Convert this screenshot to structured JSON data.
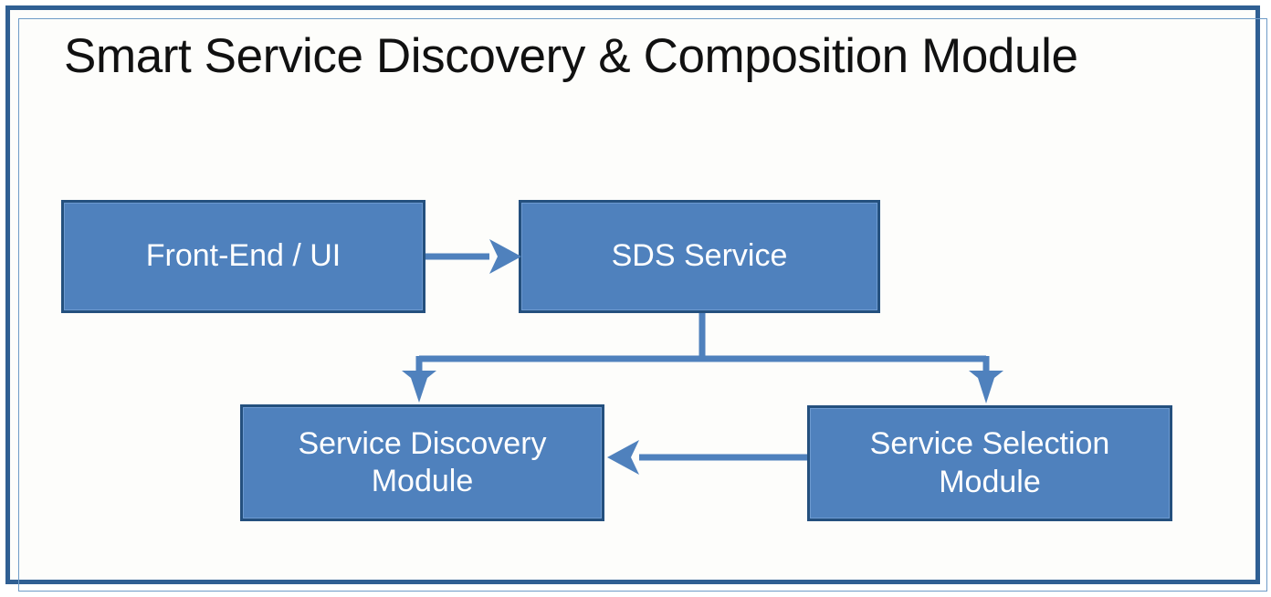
{
  "diagram": {
    "title": "Smart Service Discovery & Composition Module",
    "frame_border_color": "#2f5f93",
    "node_fill_color": "#4f81bd",
    "node_border_color": "#24507e",
    "connector_color": "#4f81bd",
    "background_color": "#fdfdfb",
    "nodes": [
      {
        "id": "frontend",
        "label": "Front-End / UI"
      },
      {
        "id": "sds",
        "label": "SDS Service"
      },
      {
        "id": "discovery",
        "label": "Service Discovery Module"
      },
      {
        "id": "selection",
        "label": "Service Selection Module"
      }
    ],
    "edges": [
      {
        "from": "frontend",
        "to": "sds",
        "style": "arrow-right",
        "label": ""
      },
      {
        "from": "sds",
        "to": "discovery",
        "style": "arrow-down-branch-left",
        "label": ""
      },
      {
        "from": "sds",
        "to": "selection",
        "style": "arrow-down-branch-right",
        "label": ""
      },
      {
        "from": "selection",
        "to": "discovery",
        "style": "arrow-left",
        "label": ""
      }
    ]
  }
}
